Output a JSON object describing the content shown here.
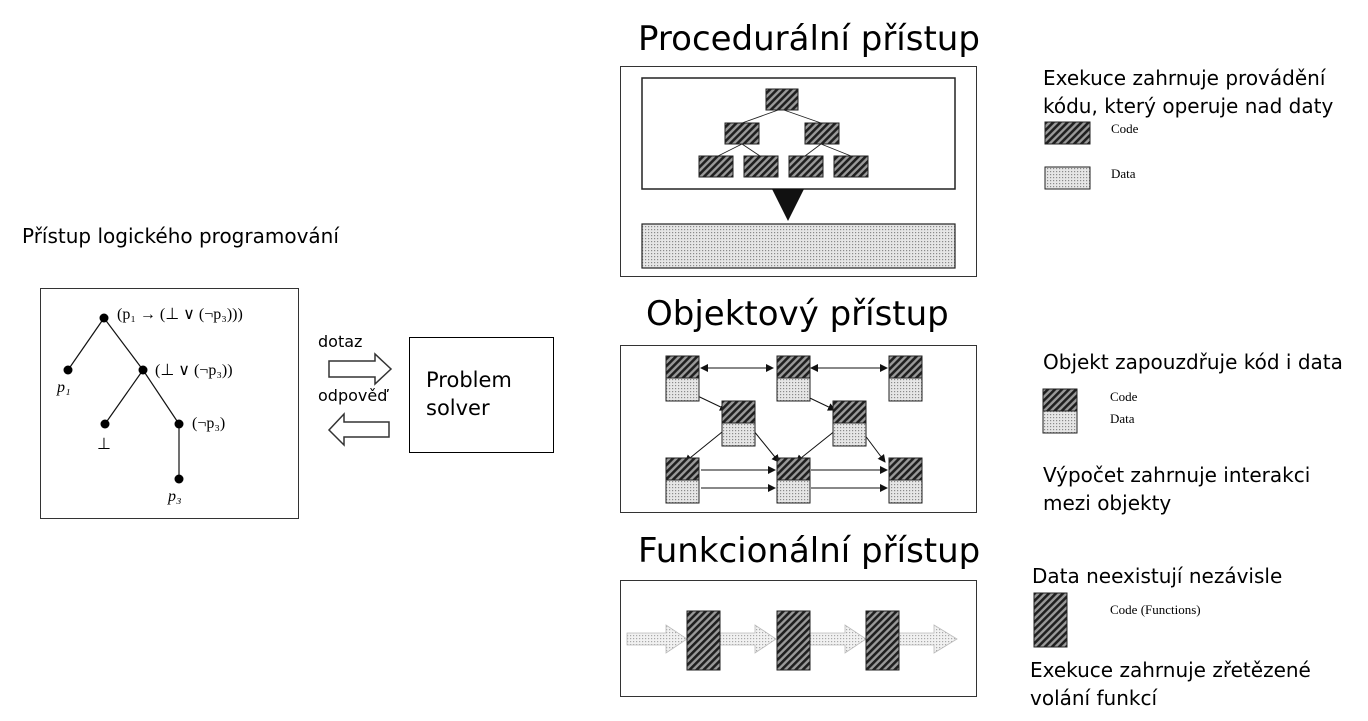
{
  "logic": {
    "heading": "Přístup logického programování",
    "root_formula": "(p₁ → (⊥ ∨ (¬p₃)))",
    "node_p1": "p₁",
    "node_or": "(⊥ ∨ (¬p₃))",
    "node_bottom": "⊥",
    "node_not_p3": "(¬p₃)",
    "node_p3": "p₃",
    "query_label": "dotaz",
    "answer_label": "odpověď",
    "solver_label": "Problem solver"
  },
  "procedural": {
    "title": "Procedurální přístup",
    "description": "Exekuce zahrnuje provádění kódu, který operuje nad daty",
    "legend_code": "Code",
    "legend_data": "Data"
  },
  "object": {
    "title": "Objektový  přístup",
    "description": "Objekt zapouzdřuje kód i data",
    "legend_code": "Code",
    "legend_data": "Data",
    "interaction_note": "Výpočet zahrnuje interakci mezi objekty"
  },
  "functional": {
    "title": "Funkcionální přístup",
    "description": "Data neexistují nezávisle",
    "legend_code": "Code (Functions)",
    "execution_note": "Exekuce zahrnuje zřetězené volání funkcí"
  },
  "colors": {
    "hatch": "#2b2b2b",
    "dots": "#b0b0b0",
    "border": "#333333"
  }
}
